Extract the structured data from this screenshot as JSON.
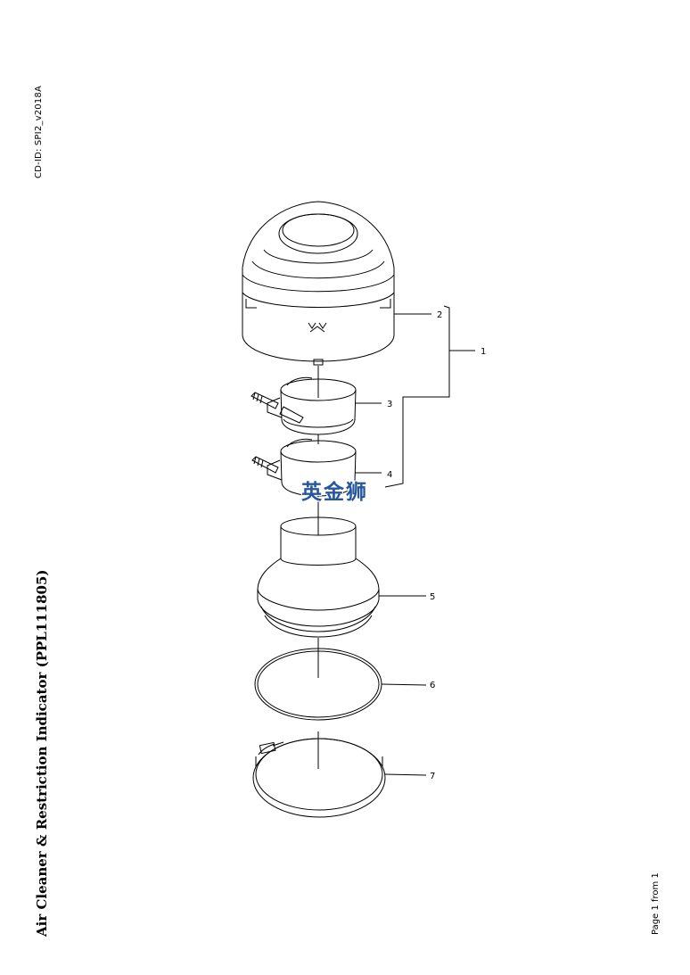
{
  "header": {
    "cd_id": "CD-ID: SPI2_v2018A"
  },
  "title": "Air Cleaner & Restriction Indicator (PPL111805)",
  "footer": {
    "page": "Page 1 from 1"
  },
  "watermark": "英金狮",
  "callouts": {
    "c1": "1",
    "c2": "2",
    "c3": "3",
    "c4": "4",
    "c5": "5",
    "c6": "6",
    "c7": "7"
  },
  "colors": {
    "line": "#000000",
    "watermark": "#26569c"
  }
}
